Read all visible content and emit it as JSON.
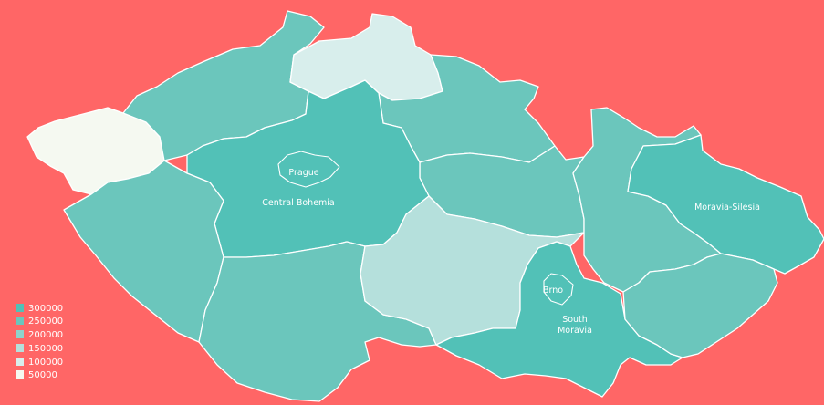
{
  "colors": {
    "background": "#ff6666",
    "scale": [
      "#52c1b7",
      "#6bc6bc",
      "#8fd3cc",
      "#b5e0dc",
      "#d8eeec",
      "#f5f9f1"
    ]
  },
  "legend": {
    "items": [
      {
        "label": "300000",
        "color": "#52c1b7"
      },
      {
        "label": "250000",
        "color": "#6bc6bc"
      },
      {
        "label": "200000",
        "color": "#8fd3cc"
      },
      {
        "label": "150000",
        "color": "#b5e0dc"
      },
      {
        "label": "100000",
        "color": "#d8eeec"
      },
      {
        "label": "50000",
        "color": "#f5f9f1"
      }
    ]
  },
  "labels": {
    "prague": "Prague",
    "central_bohemia": "Central Bohemia",
    "moravia_silesia": "Moravia-Silesia",
    "brno": "Brno",
    "south_moravia_1": "South",
    "south_moravia_2": "Moravia"
  },
  "regions": {
    "karlovy_vary": "#f5f9f1",
    "usti": "#6bc6bc",
    "liberec": "#d8eeec",
    "hradec_kralove": "#6bc6bc",
    "pardubice": "#6bc6bc",
    "central_bohemia": "#52c1b7",
    "plzen": "#6bc6bc",
    "south_bohemia": "#6bc6bc",
    "vysocina": "#b5e0dc",
    "south_moravia": "#52c1b7",
    "olomouc": "#6bc6bc",
    "moravia_silesia": "#52c1b7",
    "zlin": "#6bc6bc"
  }
}
